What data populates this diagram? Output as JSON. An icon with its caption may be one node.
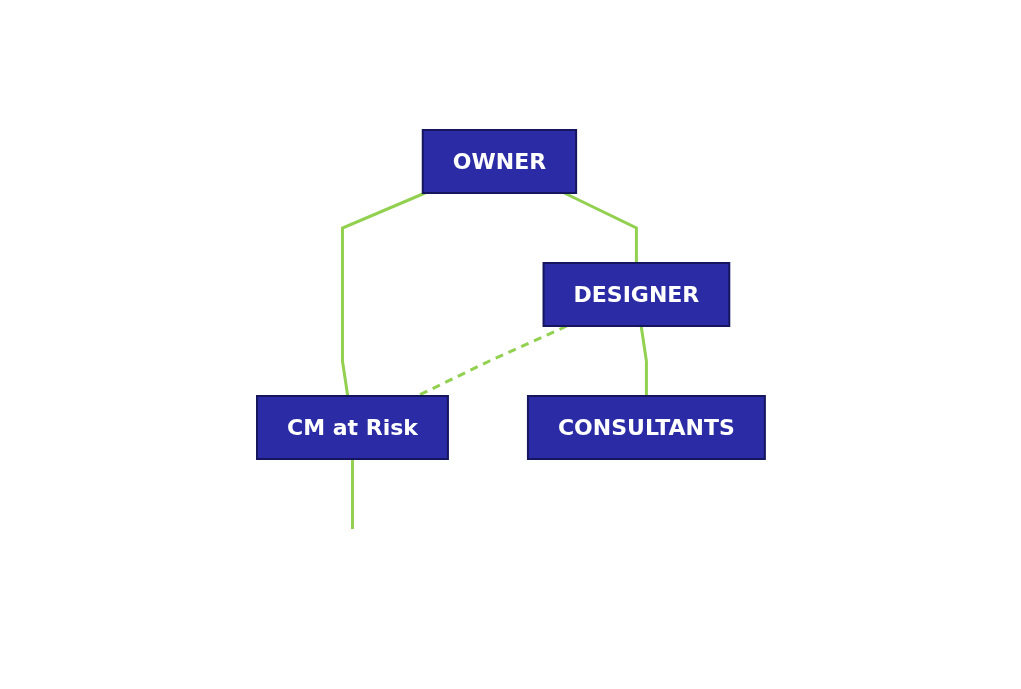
{
  "diagram": {
    "nodes": [
      {
        "text": [
          "OWNER"
        ]
      },
      {
        "text": [
          "DESIGNER"
        ]
      },
      {
        "text": [
          "CM at Risk"
        ]
      },
      {
        "text": [
          "CONSULTANTS"
        ]
      }
    ],
    "edges": [
      {
        "from": 0,
        "to": 1,
        "arrow": "none"
      },
      {
        "from": 0,
        "to": 2,
        "arrow": "none"
      },
      {
        "from": 1,
        "to": 2,
        "arrow": "none",
        "style": "dashed"
      },
      {
        "from": 1,
        "to": 3,
        "arrow": "none"
      },
      {
        "from": 2,
        "to": null,
        "arrow": "none"
      }
    ]
  }
}
